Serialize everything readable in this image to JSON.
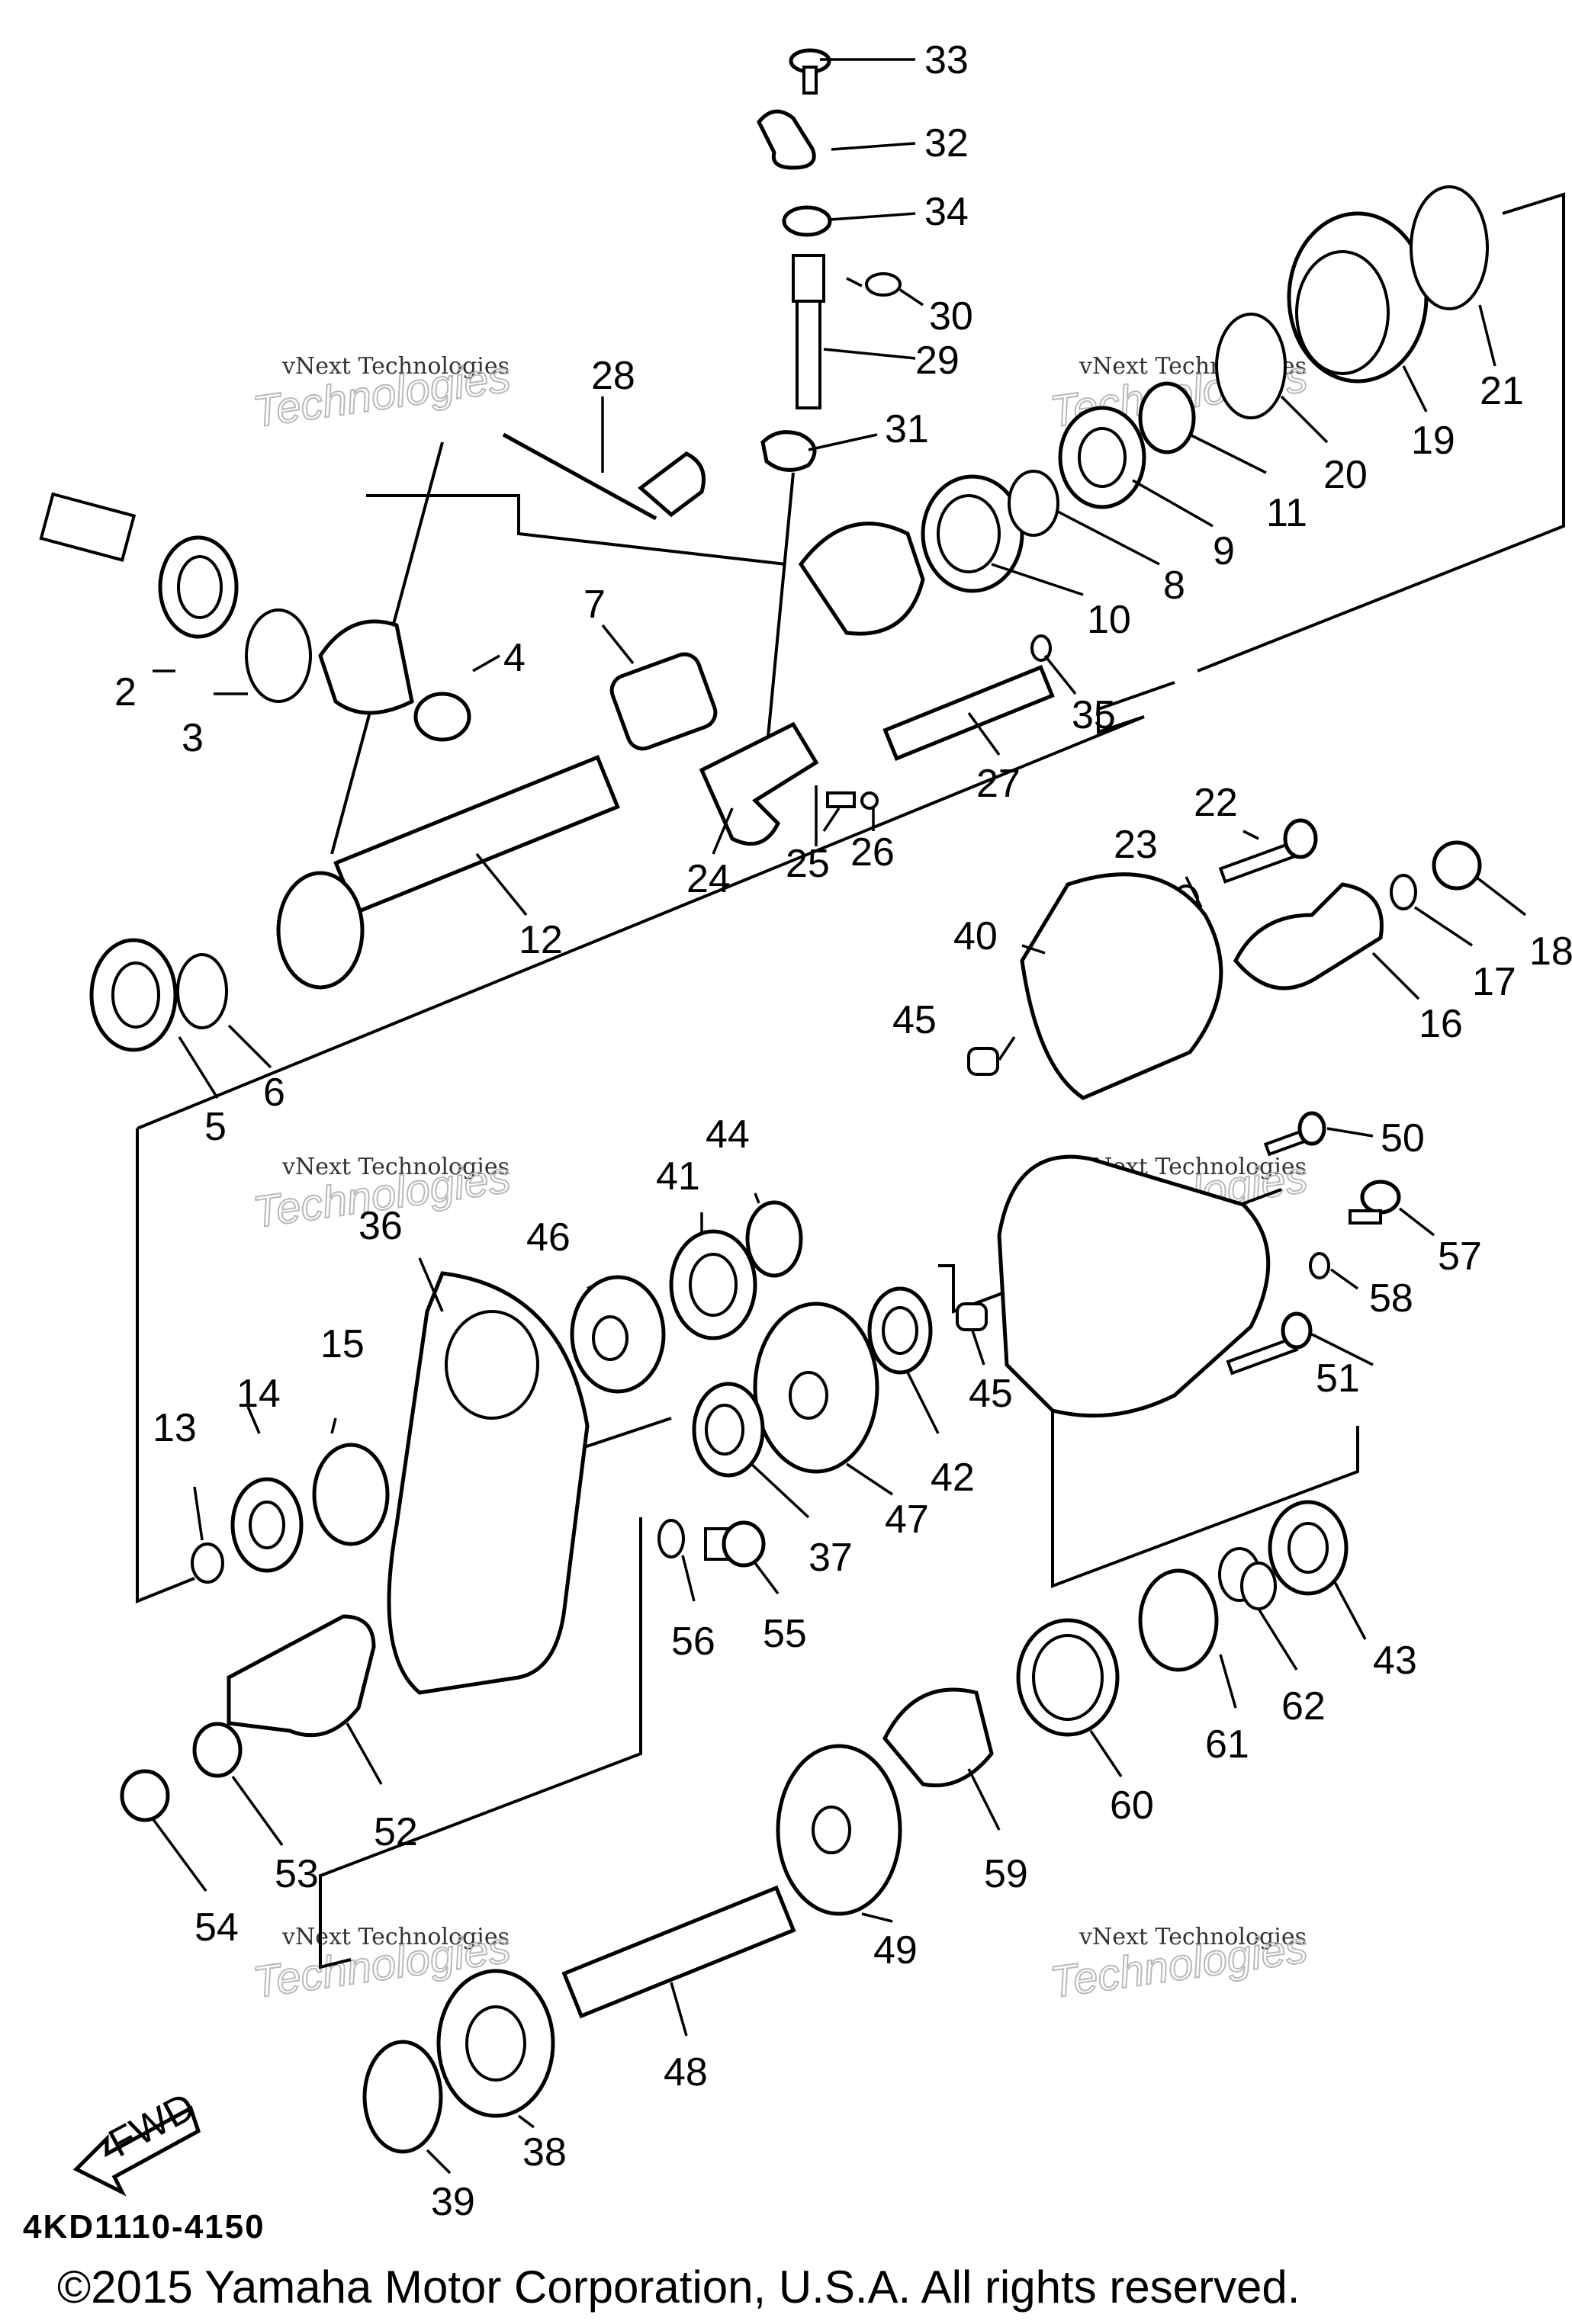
{
  "watermarks": {
    "small": "vNext Technologies",
    "large": "Technologies"
  },
  "labels": {
    "fwd": "FWD"
  },
  "callouts": {
    "2": "2",
    "3": "3",
    "4": "4",
    "5": "5",
    "6": "6",
    "7": "7",
    "8": "8",
    "9": "9",
    "10": "10",
    "11": "11",
    "12": "12",
    "13": "13",
    "14": "14",
    "15": "15",
    "16": "16",
    "17": "17",
    "18": "18",
    "19": "19",
    "20": "20",
    "21": "21",
    "22": "22",
    "23": "23",
    "24": "24",
    "25": "25",
    "26": "26",
    "27": "27",
    "28": "28",
    "29": "29",
    "30": "30",
    "31": "31",
    "32": "32",
    "33": "33",
    "34": "34",
    "35": "35",
    "36": "36",
    "37": "37",
    "38": "38",
    "39": "39",
    "40": "40",
    "41": "41",
    "42": "42",
    "43": "43",
    "44": "44",
    "45": "45",
    "46": "46",
    "47": "47",
    "48": "48",
    "49": "49",
    "50": "50",
    "51": "51",
    "52": "52",
    "53": "53",
    "54": "54",
    "55": "55",
    "56": "56",
    "57": "57",
    "58": "58",
    "59": "59",
    "60": "60",
    "61": "61",
    "62": "62"
  },
  "footer": {
    "diagram_code": "4KD1110-4150",
    "copyright": "©2015 Yamaha Motor Corporation, U.S.A. All rights reserved."
  }
}
